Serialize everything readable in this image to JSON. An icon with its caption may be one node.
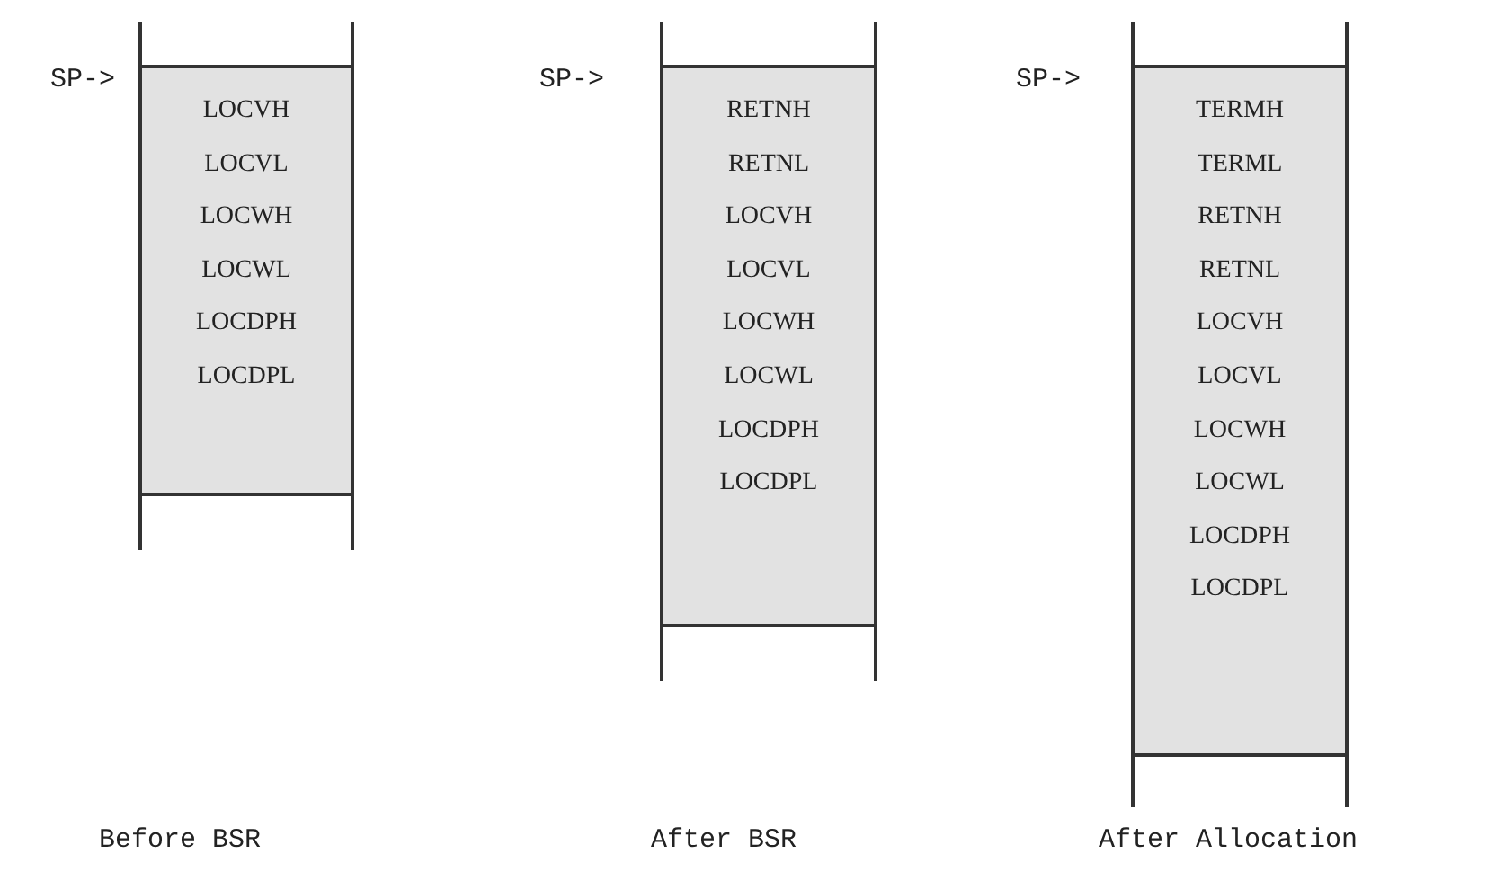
{
  "diagram": {
    "nodes": [
      {
        "text": [
          "LOCVH",
          "LOCVL",
          "LOCWH",
          "LOCWL",
          "LOCDPH",
          "LOCDPL"
        ]
      },
      {
        "text": [
          "RETNH",
          "RETNL",
          "LOCVH",
          "LOCVL",
          "LOCWH",
          "LOCWL",
          "LOCDPH",
          "LOCDPL"
        ]
      },
      {
        "text": [
          "TERMH",
          "TERML",
          "RETNH",
          "RETNL",
          "LOCVH",
          "LOCVL",
          "LOCWH",
          "LOCWL",
          "LOCDPH",
          "LOCDPL"
        ]
      }
    ],
    "labels": [
      "SP->",
      "SP->",
      "SP->",
      "Before BSR",
      "After BSR",
      "After Allocation"
    ]
  }
}
